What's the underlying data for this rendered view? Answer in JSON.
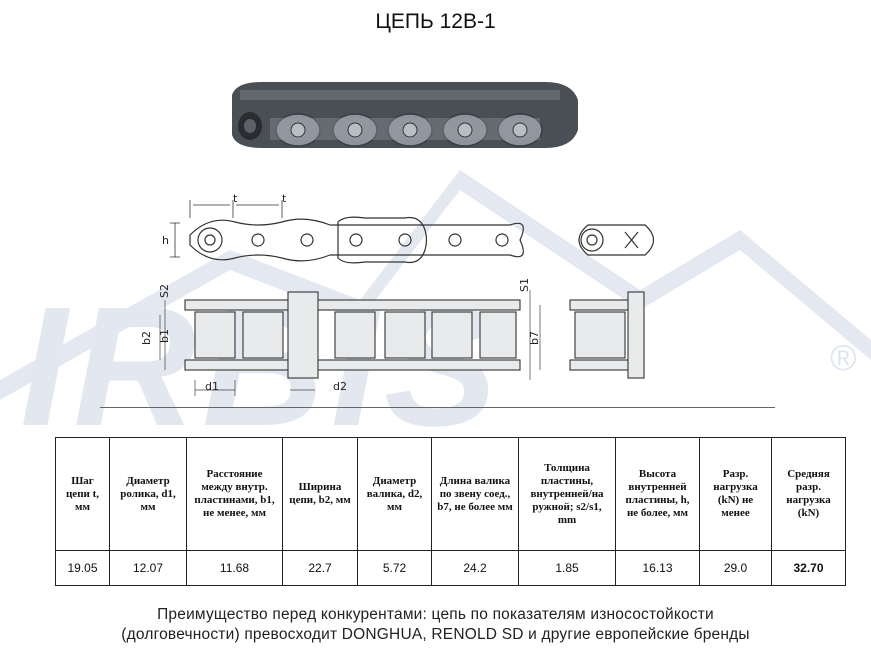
{
  "title": "ЦЕПЬ 12В-1",
  "watermark": {
    "text": "IRBIS",
    "mark": "®",
    "color": "#dfe4ef"
  },
  "dimension_labels": {
    "t1": "t",
    "t2": "t",
    "h": "h",
    "s2": "S2",
    "s1": "S1",
    "b2": "b2",
    "b1": "b1",
    "b7": "b7",
    "d1": "d1",
    "d2": "d2"
  },
  "table": {
    "headers": [
      "Шаг цепи t, мм",
      "Диаметр ролика, d1, мм",
      "Расстояние между внутр. пластинами, b1, не менее, мм",
      "Ширина цепи, b2, мм",
      "Диаметр валика, d2, мм",
      "Длина валика по звену соед., b7, не более мм",
      "Толщина пластины, внутренней/на ружной; s2/s1, mm",
      "Высота внутренней пластины, h, не более, мм",
      "Разр. нагрузка (kN) не менее",
      "Средняя разр. нагрузка (kN)"
    ],
    "values": [
      "19.05",
      "12.07",
      "11.68",
      "22.7",
      "5.72",
      "24.2",
      "1.85",
      "16.13",
      "29.0",
      "32.70"
    ]
  },
  "note": {
    "line1": "Преимущество перед конкурентами: цепь по показателям износостойкости",
    "line2": "(долговечности) превосходит DONGHUA, RENOLD SD и другие европейские бренды"
  }
}
